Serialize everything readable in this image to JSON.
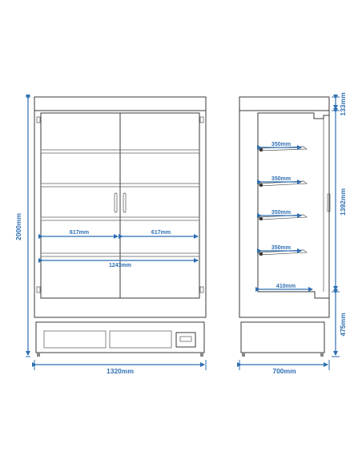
{
  "colors": {
    "dimension": "#2f6fb2",
    "outline": "#3a3a3a",
    "body_fill": "#e4e4e4"
  },
  "front_view": {
    "width_label": "1320mm",
    "height_label": "2000mm",
    "left_shelf_label": "617mm",
    "right_shelf_label": "617mm",
    "inner_width_label": "1243mm"
  },
  "side_view": {
    "depth_label": "700mm",
    "top_label": "133mm",
    "middle_label": "1392mm",
    "bottom_label": "475mm",
    "shelf_labels": [
      "350mm",
      "350mm",
      "350mm",
      "350mm"
    ],
    "base_shelf_label": "410mm"
  }
}
